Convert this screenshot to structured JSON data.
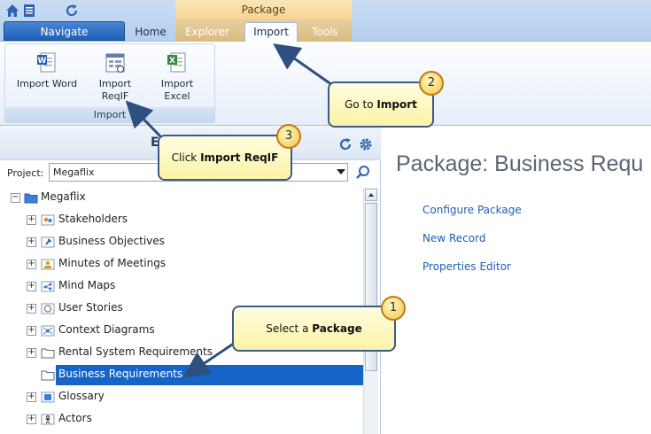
{
  "tabs": {
    "context_label": "Package",
    "navigate": "Navigate",
    "home": "Home",
    "explorer": "Explorer",
    "import": "Import",
    "tools": "Tools"
  },
  "ribbon": {
    "group_label": "Import",
    "import_word": "Import Word",
    "import_reqif_line1": "Import",
    "import_reqif_line2": "ReqIF",
    "import_excel_line1": "Import",
    "import_excel_line2": "Excel"
  },
  "explorer": {
    "title": "Expl",
    "project_label": "Project:",
    "project_value": "Megaflix",
    "root": "Megaflix",
    "items": [
      "Stakeholders",
      "Business Objectives",
      "Minutes of Meetings",
      "Mind Maps",
      "User Stories",
      "Context Diagrams",
      "Rental System Requirements",
      "Business Requirements",
      "Glossary",
      "Actors"
    ]
  },
  "content": {
    "title": "Package: Business Requ",
    "links": [
      "Configure Package",
      "New Record",
      "Properties Editor"
    ]
  },
  "callouts": {
    "step1_num": "1",
    "step1_prefix": "Select a ",
    "step1_bold": "Package",
    "step2_num": "2",
    "step2_prefix": "Go to ",
    "step2_bold": "Import",
    "step3_num": "3",
    "step3_prefix": "Click ",
    "step3_bold": "Import ReqIF"
  },
  "colors": {
    "accent": "#1565c8",
    "callout_border": "#3c5a8a",
    "badge": "#f2c84a"
  }
}
